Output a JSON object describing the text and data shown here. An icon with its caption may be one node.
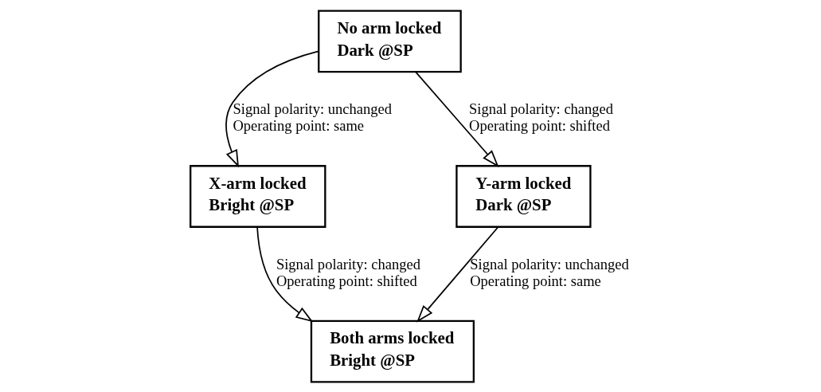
{
  "diagram": {
    "nodes": [
      {
        "text": [
          "No arm locked",
          "Dark @SP"
        ]
      },
      {
        "text": [
          "X-arm locked",
          "Bright @SP"
        ]
      },
      {
        "text": [
          "Y-arm locked",
          "Dark @SP"
        ]
      },
      {
        "text": [
          "Both arms locked",
          "Bright @SP"
        ]
      }
    ],
    "edges": [
      {
        "from": 0,
        "to": 1,
        "arrow": "to",
        "label": "Signal polarity: unchanged Operating point: same"
      },
      {
        "from": 0,
        "to": 2,
        "arrow": "to",
        "label": "Signal polarity: changed Operating point: shifted"
      },
      {
        "from": 1,
        "to": 3,
        "arrow": "to",
        "label": "Signal polarity: changed Operating point: shifted"
      },
      {
        "from": 2,
        "to": 3,
        "arrow": "to",
        "label": "Signal polarity: unchanged Operating point: same"
      }
    ]
  }
}
